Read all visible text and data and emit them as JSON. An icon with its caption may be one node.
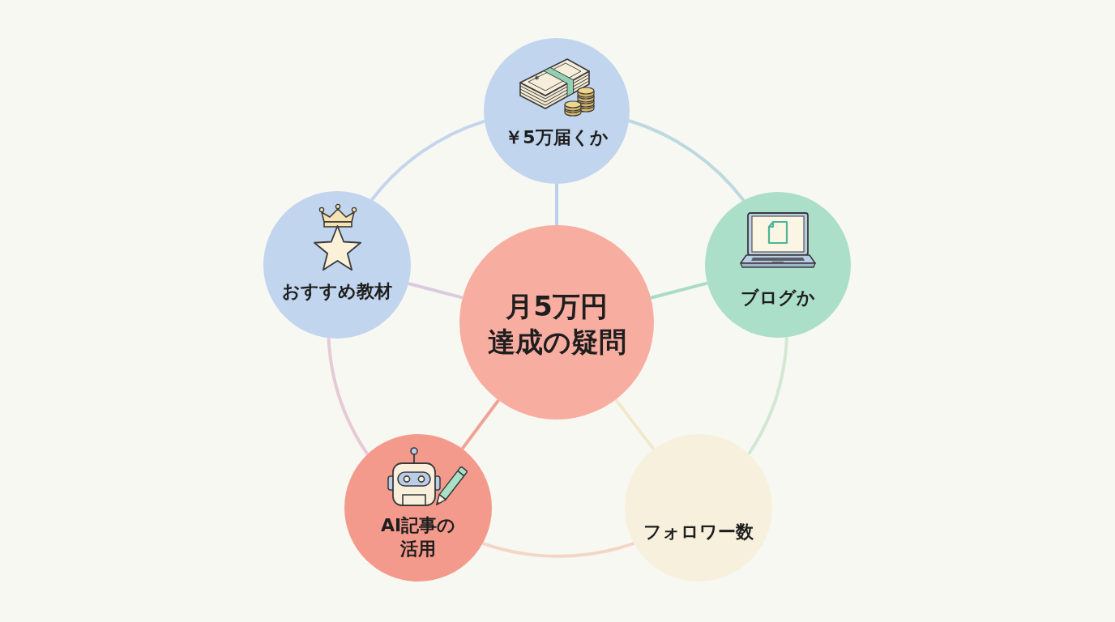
{
  "diagram": {
    "nodes": [
      {
        "text": [
          "月5万円達成の疑問"
        ]
      },
      {
        "text": [
          "￥5万届くか"
        ]
      },
      {
        "text": [
          "ブログか"
        ]
      },
      {
        "text": [
          "フォロワー数"
        ]
      },
      {
        "text": [
          "AI記事の活用"
        ]
      },
      {
        "text": [
          "おすすめ教材"
        ]
      }
    ],
    "edges": [
      {
        "from": 0,
        "to": 1,
        "arrow": "none",
        "color": "#bcd0ea"
      },
      {
        "from": 0,
        "to": 2,
        "arrow": "none",
        "color": "#a9dcc6"
      },
      {
        "from": 0,
        "to": 3,
        "arrow": "none",
        "color": "#f2e8cb"
      },
      {
        "from": 0,
        "to": 4,
        "arrow": "none",
        "color": "#f2a294"
      },
      {
        "from": 0,
        "to": 5,
        "arrow": "none",
        "color": "#dacbdd"
      },
      {
        "from": 1,
        "to": 2,
        "arrow": "none",
        "color": "#bcd9df"
      },
      {
        "from": 2,
        "to": 3,
        "arrow": "none",
        "color": "#d2e8d3"
      },
      {
        "from": 3,
        "to": 4,
        "arrow": "none",
        "color": "#f3d6c8"
      },
      {
        "from": 4,
        "to": 5,
        "arrow": "none",
        "color": "#e6cad6"
      },
      {
        "from": 5,
        "to": 1,
        "arrow": "none",
        "color": "#c4d5ec"
      }
    ]
  }
}
